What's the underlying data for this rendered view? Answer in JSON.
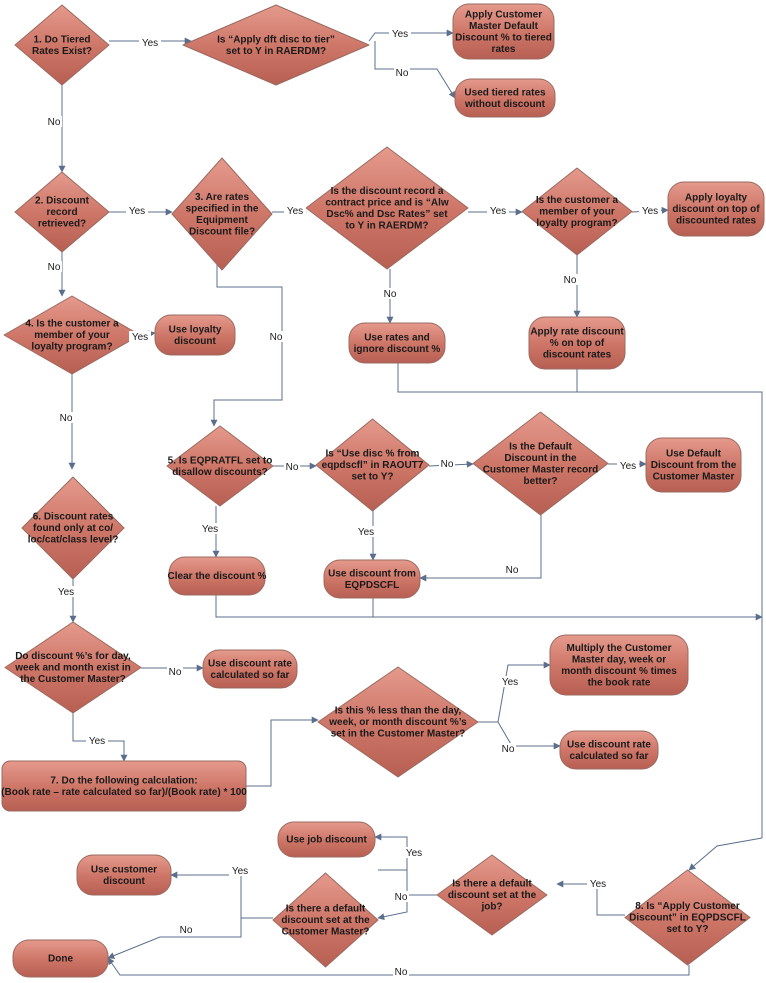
{
  "nodes": [
    {
      "id": "n1",
      "shape": "diamond",
      "lines": [
        "1. Do Tiered",
        "Rates Exist?"
      ]
    },
    {
      "id": "n1a",
      "shape": "diamond",
      "lines": [
        "Is “Apply dft disc to tier”",
        "set to Y in RAERDM?"
      ]
    },
    {
      "id": "r_apply_default",
      "shape": "pill",
      "lines": [
        "Apply Customer",
        "Master Default",
        "Discount % to tiered",
        "rates"
      ]
    },
    {
      "id": "r_tiered_no_disc",
      "shape": "pill",
      "lines": [
        "Used tiered rates",
        "without discount"
      ]
    },
    {
      "id": "n2",
      "shape": "diamond",
      "lines": [
        "2. Discount",
        "record",
        "retrieved?"
      ]
    },
    {
      "id": "n3",
      "shape": "diamond",
      "lines": [
        "3. Are rates",
        "specified in the",
        "Equipment",
        "Discount file?"
      ]
    },
    {
      "id": "n3a",
      "shape": "diamond",
      "lines": [
        "Is the discount record a",
        "contract price and is “Alw",
        "Dsc% and Dsc Rates” set",
        "to Y in RAERDM?"
      ]
    },
    {
      "id": "n3b",
      "shape": "diamond",
      "lines": [
        "Is the customer a",
        "member of your",
        "loyalty program?"
      ]
    },
    {
      "id": "r_loyalty_top",
      "shape": "pill",
      "lines": [
        "Apply loyalty",
        "discount on top of",
        "discounted rates"
      ]
    },
    {
      "id": "r_rates_ignore",
      "shape": "pill",
      "lines": [
        "Use rates and",
        "ignore discount %"
      ]
    },
    {
      "id": "r_rate_disc_top",
      "shape": "pill",
      "lines": [
        "Apply rate discount",
        "% on top of",
        "discount rates"
      ]
    },
    {
      "id": "n4",
      "shape": "diamond",
      "lines": [
        "4. Is the customer a",
        "member of your",
        "loyalty program?"
      ]
    },
    {
      "id": "r_use_loyalty",
      "shape": "pill",
      "lines": [
        "Use loyalty",
        "discount"
      ]
    },
    {
      "id": "n5",
      "shape": "diamond",
      "lines": [
        "5. Is EQPRATFL set to",
        "disallow discounts?"
      ]
    },
    {
      "id": "n5a",
      "shape": "diamond",
      "lines": [
        "Is “Use disc % from",
        "eqpdscfl” in RAOUT7",
        "set to Y?"
      ]
    },
    {
      "id": "n5b",
      "shape": "diamond",
      "lines": [
        "Is the Default",
        "Discount in the",
        "Customer Master record",
        "better?"
      ]
    },
    {
      "id": "r_default_cm",
      "shape": "pill",
      "lines": [
        "Use Default",
        "Discount from the",
        "Customer Master"
      ]
    },
    {
      "id": "r_clear",
      "shape": "pill",
      "lines": [
        "Clear the discount %"
      ]
    },
    {
      "id": "r_eqpdscfl",
      "shape": "pill",
      "lines": [
        "Use discount from",
        "EQPDSCFL"
      ]
    },
    {
      "id": "n6",
      "shape": "diamond",
      "lines": [
        "6. Discount rates",
        "found only at co/",
        "loc/cat/class level?"
      ]
    },
    {
      "id": "n6a",
      "shape": "diamond",
      "lines": [
        "Do discount %’s for day,",
        "week and month exist in",
        "the Customer Master?"
      ]
    },
    {
      "id": "r_calc_so_far_1",
      "shape": "pill",
      "lines": [
        "Use discount rate",
        "calculated so far"
      ]
    },
    {
      "id": "n7",
      "shape": "rect",
      "lines": [
        "7. Do the following calculation:",
        "(Book rate – rate calculated so far)/(Book rate) * 100"
      ]
    },
    {
      "id": "n7a",
      "shape": "diamond",
      "lines": [
        "Is this % less than the day,",
        "week, or month discount %’s",
        "set in the Customer Master?"
      ]
    },
    {
      "id": "r_multiply",
      "shape": "pill",
      "lines": [
        "Multiply the Customer",
        "Master day, week or",
        "month discount % times",
        "the book rate"
      ]
    },
    {
      "id": "r_calc_so_far_2",
      "shape": "pill",
      "lines": [
        "Use discount rate",
        "calculated so far"
      ]
    },
    {
      "id": "r_job",
      "shape": "pill",
      "lines": [
        "Use job discount"
      ]
    },
    {
      "id": "n8a",
      "shape": "diamond",
      "lines": [
        "Is there a default",
        "discount set at the",
        "job?"
      ]
    },
    {
      "id": "n8",
      "shape": "diamond",
      "lines": [
        "8. Is “Apply Customer",
        "Discount” in EQPDSCFL",
        "set to Y?"
      ]
    },
    {
      "id": "r_customer",
      "shape": "pill",
      "lines": [
        "Use customer",
        "discount"
      ]
    },
    {
      "id": "n8b",
      "shape": "diamond",
      "lines": [
        "Is there a default",
        "discount set at the",
        "Customer Master?"
      ]
    },
    {
      "id": "r_done",
      "shape": "pill",
      "lines": [
        "Done"
      ]
    }
  ],
  "edges": [
    {
      "id": "e1",
      "label": "Yes"
    },
    {
      "id": "e2",
      "label": "Yes"
    },
    {
      "id": "e3",
      "label": "No"
    },
    {
      "id": "e4",
      "label": "No"
    },
    {
      "id": "e5",
      "label": "Yes"
    },
    {
      "id": "e6",
      "label": "Yes"
    },
    {
      "id": "e7",
      "label": "Yes"
    },
    {
      "id": "e8",
      "label": "Yes"
    },
    {
      "id": "e9",
      "label": "No"
    },
    {
      "id": "e10",
      "label": "No"
    },
    {
      "id": "e11",
      "label": "No"
    },
    {
      "id": "e12",
      "label": "Yes"
    },
    {
      "id": "e13",
      "label": "No"
    },
    {
      "id": "e14",
      "label": "No"
    },
    {
      "id": "e15",
      "label": "No"
    },
    {
      "id": "e16",
      "label": "No"
    },
    {
      "id": "e17",
      "label": "Yes"
    },
    {
      "id": "e18",
      "label": "Yes"
    },
    {
      "id": "e19",
      "label": "Yes"
    },
    {
      "id": "e20",
      "label": "No"
    },
    {
      "id": "e21",
      "label": "Yes"
    },
    {
      "id": "e22",
      "label": "No"
    },
    {
      "id": "e23",
      "label": "Yes"
    },
    {
      "id": "e24",
      "label": "Yes"
    },
    {
      "id": "e25",
      "label": "No"
    },
    {
      "id": "e26",
      "label": "Yes"
    },
    {
      "id": "e27",
      "label": "Yes"
    },
    {
      "id": "e28",
      "label": "No"
    },
    {
      "id": "e29",
      "label": "Yes"
    },
    {
      "id": "e30",
      "label": "No"
    },
    {
      "id": "e31",
      "label": "No"
    },
    {
      "id": "e32",
      "label": "No"
    },
    {
      "id": "e33",
      "label": ""
    },
    {
      "id": "e34",
      "label": ""
    },
    {
      "id": "e35",
      "label": ""
    },
    {
      "id": "e36",
      "label": ""
    },
    {
      "id": "e37",
      "label": ""
    }
  ]
}
